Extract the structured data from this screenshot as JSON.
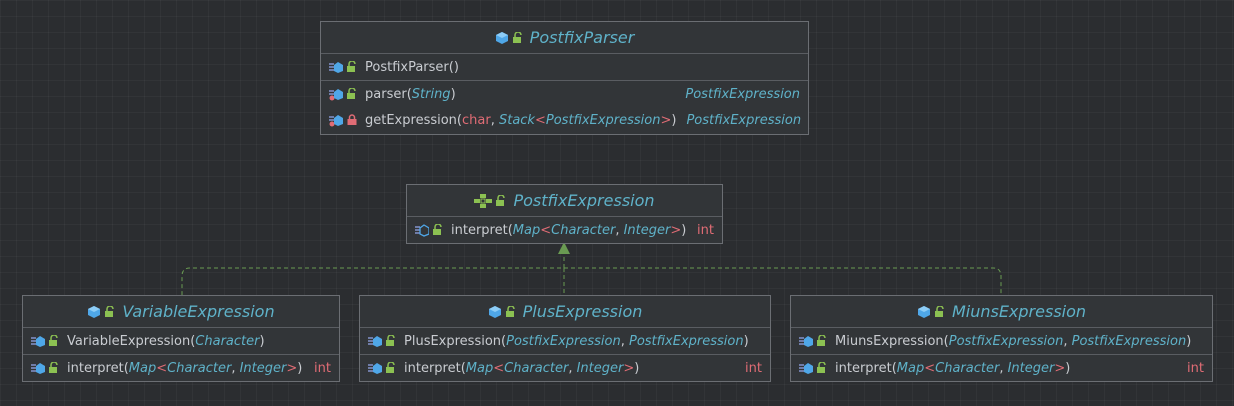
{
  "classes": {
    "parser": {
      "name": "PostfixParser",
      "constructor": "PostfixParser()",
      "m1_name": "parser",
      "m1_param": "String",
      "m1_ret": "PostfixExpression",
      "m2_name": "getExpression",
      "m2_p1": "char",
      "m2_p2a": "Stack",
      "m2_p2b": "PostfixExpression",
      "m2_ret": "PostfixExpression"
    },
    "iface": {
      "name": "PostfixExpression",
      "m_name": "interpret",
      "m_map": "Map",
      "m_k": "Character",
      "m_v": "Integer",
      "m_ret": "int"
    },
    "variable": {
      "name": "VariableExpression",
      "ctor_name": "VariableExpression",
      "ctor_param": "Character",
      "m_name": "interpret",
      "m_map": "Map",
      "m_k": "Character",
      "m_v": "Integer",
      "m_ret": "int"
    },
    "plus": {
      "name": "PlusExpression",
      "ctor_name": "PlusExpression",
      "ctor_p1": "PostfixExpression",
      "ctor_p2": "PostfixExpression",
      "m_name": "interpret",
      "m_map": "Map",
      "m_k": "Character",
      "m_v": "Integer",
      "m_ret": "int"
    },
    "minus": {
      "name": "MiunsExpression",
      "ctor_name": "MiunsExpression",
      "ctor_p1": "PostfixExpression",
      "ctor_p2": "PostfixExpression",
      "m_name": "interpret",
      "m_map": "Map",
      "m_k": "Character",
      "m_v": "Integer",
      "m_ret": "int"
    }
  },
  "colors": {
    "background": "#2b2d30",
    "box": "#323538",
    "type": "#5fb2c9",
    "keyword": "#e06c75",
    "edge": "#6a9b52"
  },
  "icons": [
    "class-icon",
    "interface-icon",
    "public-lock-icon",
    "private-lock-icon",
    "method-icon",
    "abstract-method-icon",
    "override-icon"
  ]
}
